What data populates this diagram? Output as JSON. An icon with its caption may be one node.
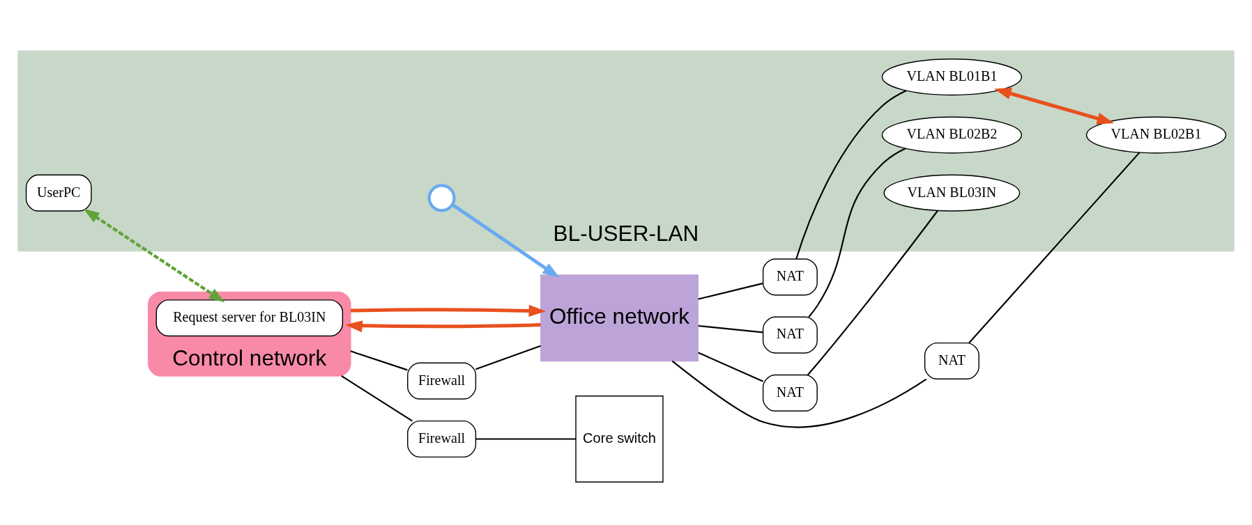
{
  "diagram": {
    "nodes": [
      {
        "text": [
          "Control network"
        ]
      },
      {
        "text": [
          "Request server for BL03IN"
        ],
        "in": 0
      },
      {
        "text": [
          "Office network"
        ]
      },
      {
        "text": [
          "Firewall"
        ]
      },
      {
        "text": [
          "Firewall"
        ]
      },
      {
        "text": [
          "Core switch"
        ]
      },
      {
        "text": [
          "NAT"
        ]
      },
      {
        "text": [
          "NAT"
        ]
      },
      {
        "text": [
          "NAT"
        ]
      },
      {
        "text": [
          "NAT"
        ]
      },
      {
        "text": [
          "BL-USER-LAN"
        ]
      },
      {
        "text": [
          "VLAN BL01B1"
        ],
        "in": 10
      },
      {
        "text": [
          "VLAN BL02B1"
        ],
        "in": 10
      },
      {
        "text": [
          "VLAN BL02B2"
        ],
        "in": 10
      },
      {
        "text": [
          "VLAN BL03IN"
        ],
        "in": 10
      },
      {
        "text": [
          "UserPC"
        ],
        "in": 10
      },
      {
        "text": [],
        "shape": "circle",
        "in": 10
      }
    ],
    "edges": [
      {
        "from": 0,
        "to": 3,
        "arrow": "none"
      },
      {
        "from": 3,
        "to": 2,
        "arrow": "none"
      },
      {
        "from": 0,
        "to": 4,
        "arrow": "none"
      },
      {
        "from": 4,
        "to": 5,
        "arrow": "none"
      },
      {
        "from": 2,
        "to": 6,
        "arrow": "none"
      },
      {
        "from": 2,
        "to": 7,
        "arrow": "none"
      },
      {
        "from": 2,
        "to": 8,
        "arrow": "none"
      },
      {
        "from": 2,
        "to": 9,
        "arrow": "none"
      },
      {
        "from": 6,
        "to": 11,
        "arrow": "none"
      },
      {
        "from": 7,
        "to": 12,
        "arrow": "none"
      },
      {
        "from": 8,
        "to": 13,
        "arrow": "none"
      },
      {
        "from": 9,
        "to": 14,
        "arrow": "none"
      },
      {
        "from": 2,
        "to": 0,
        "arrow": "to",
        "style": "thick",
        "color": "#e8501e"
      },
      {
        "from": 0,
        "to": 2,
        "arrow": "to",
        "style": "thick",
        "color": "#e8501e"
      },
      {
        "from": 16,
        "to": 2,
        "arrow": "to",
        "style": "thick",
        "color": "#6aaaf0"
      },
      {
        "from": 11,
        "to": 12,
        "arrow": "both",
        "style": "thick",
        "color": "#e8501e"
      },
      {
        "from": 15,
        "to": 1,
        "arrow": "both",
        "style": "dashed",
        "color": "#62a33a"
      }
    ]
  }
}
